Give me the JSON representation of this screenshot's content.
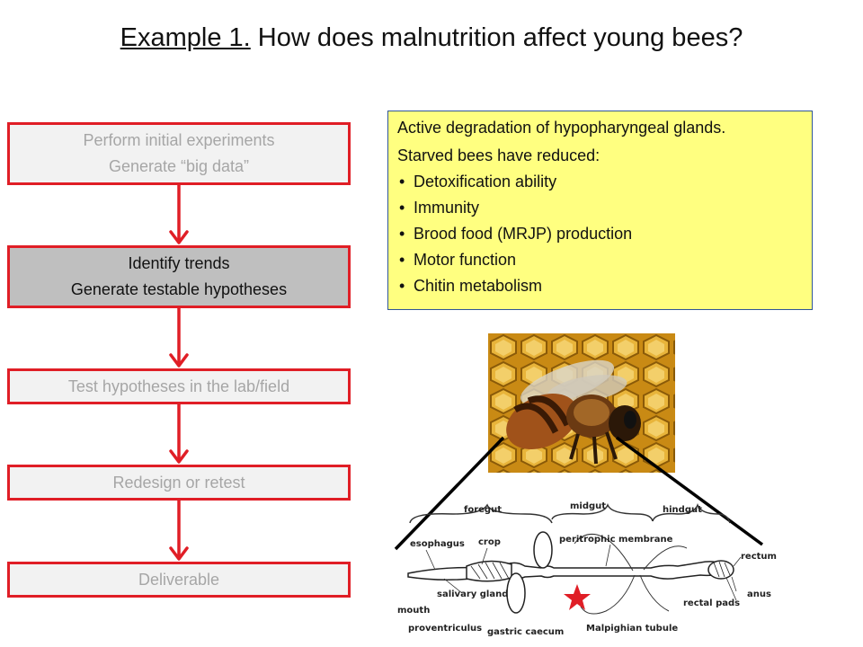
{
  "title": {
    "underlined": "Example 1.",
    "rest": " How does malnutrition affect young bees?"
  },
  "flow": {
    "steps": [
      {
        "line1": "Perform initial experiments",
        "line2": "Generate “big data”"
      },
      {
        "line1": "Identify trends",
        "line2": "Generate testable hypotheses"
      },
      {
        "line1": "Test hypotheses in the lab/field"
      },
      {
        "line1": "Redesign or retest"
      },
      {
        "line1": "Deliverable"
      }
    ],
    "active_step": 2,
    "box_color": "#e01e26",
    "arrow_color": "#e01e26"
  },
  "findings": {
    "headline": "Active degradation of hypopharyngeal glands.",
    "intro": "Starved bees have reduced:",
    "items": [
      "Detoxification ability",
      "Immunity",
      "Brood food (MRJP) production",
      "Motor function",
      "Chitin metabolism"
    ],
    "background": "#ffff80"
  },
  "diagram": {
    "labels": {
      "foregut": "foregut",
      "midgut": "midgut",
      "hindgut": "hindgut",
      "esophagus": "esophagus",
      "crop": "crop",
      "peritrophic": "peritrophic membrane",
      "rectum": "rectum",
      "salivary": "salivary gland",
      "anus": "anus",
      "rectal_pads": "rectal pads",
      "mouth": "mouth",
      "proventriculus": "proventriculus",
      "gastric": "gastric caecum",
      "malpighian": "Malpighian tubule"
    },
    "marker": "star-icon",
    "marker_color": "#e01e26"
  }
}
